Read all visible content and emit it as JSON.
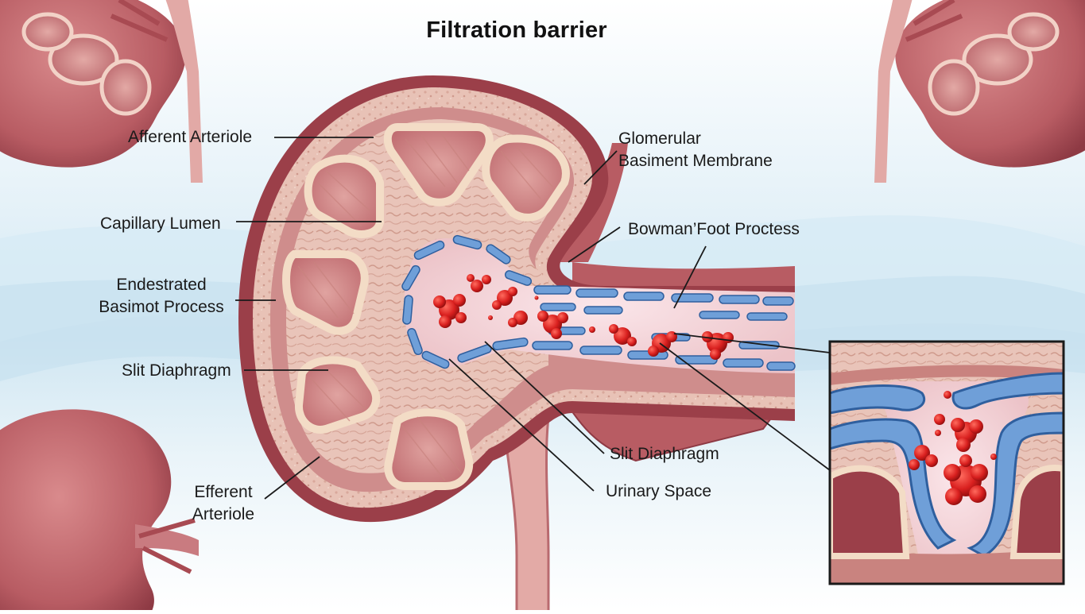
{
  "title": "Filtration barrier",
  "labels": {
    "afferent_arteriole": "Afferent Arteriole",
    "capillary_lumen": "Capillary Lumen",
    "endestrated_line1": "Endestrated",
    "endestrated_line2": "Basimot Process",
    "slit_diaphragm_left": "Slit Diaphragm",
    "efferent_line1": "Efferent",
    "efferent_line2": "Arteriole",
    "gbm_line1": "Glomerular",
    "gbm_line2": "Basiment Membrane",
    "bowman_foot": "Bowman’Foot Proctess",
    "slit_diaphragm_right": "Slit Diaphragm",
    "urinary_space": "Urinary Space"
  },
  "colors": {
    "tissue": "#b85c63",
    "tissue_dark": "#8e3a44",
    "tissue_light": "#e8b9b3",
    "cream": "#f4e1cf",
    "podocyte_blue": "#6f9fd8",
    "blood_red": "#d9201f",
    "background_blue": "#cfe6f2"
  }
}
